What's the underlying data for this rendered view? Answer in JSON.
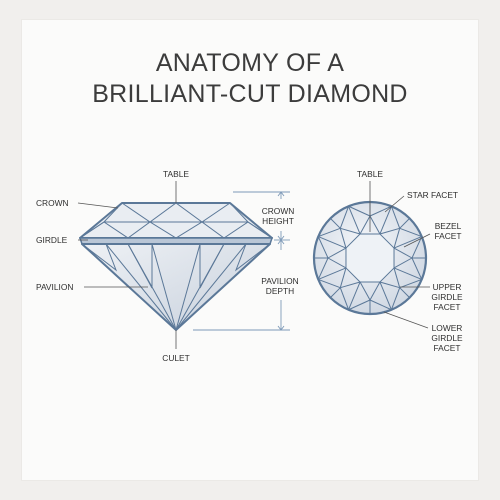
{
  "title": {
    "line1": "ANATOMY OF A",
    "line2": "BRILLIANT-CUT DIAMOND"
  },
  "side_view": {
    "table": "TABLE",
    "crown": "CROWN",
    "girdle": "GIRDLE",
    "pavilion": "PAVILION",
    "culet": "CULET",
    "crown_height": [
      "CROWN",
      "HEIGHT"
    ],
    "pavilion_depth": [
      "PAVILION",
      "DEPTH"
    ]
  },
  "top_view": {
    "table": "TABLE",
    "star_facet": "STAR FACET",
    "bezel_facet": [
      "BEZEL",
      "FACET"
    ],
    "upper_girdle_facet": [
      "UPPER",
      "GIRDLE",
      "FACET"
    ],
    "lower_girdle_facet": [
      "LOWER",
      "GIRDLE",
      "FACET"
    ]
  },
  "colors": {
    "outline": "#5b7898",
    "facet_fill": "#e3e8ef",
    "facet_fill_dark": "#c9d2de",
    "leader": "#555555",
    "dimension": "#7e9ab8"
  }
}
